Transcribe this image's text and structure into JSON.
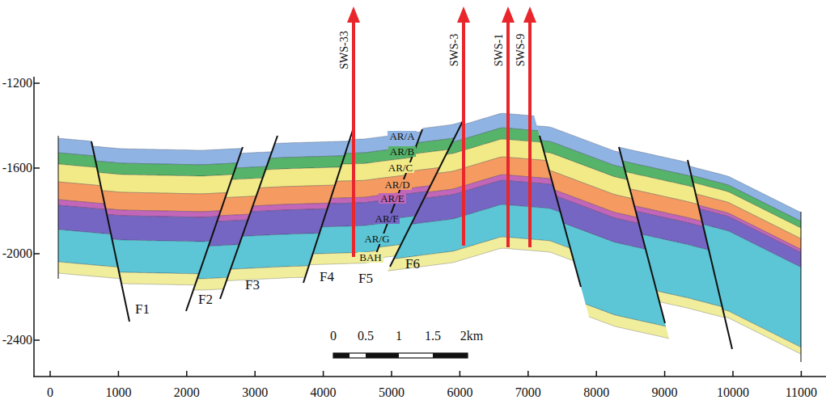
{
  "diagram": {
    "labels": [
      "SWS-33",
      "SWS-3",
      "SWS-1",
      "SWS-9",
      "-1200",
      "-1600",
      "-2000",
      "-2400",
      "AR/A",
      "AR/B",
      "AR/C",
      "AR/D",
      "AR/E",
      "AR/F",
      "AR/G",
      "BAH",
      "F1",
      "F2",
      "F3",
      "F4",
      "F5",
      "F6",
      "0",
      "0.5",
      "1",
      "1.5",
      "2km",
      "0",
      "1000",
      "2000",
      "3000",
      "4000",
      "5000",
      "6000",
      "7000",
      "8000",
      "9000",
      "10000",
      "11000"
    ]
  }
}
